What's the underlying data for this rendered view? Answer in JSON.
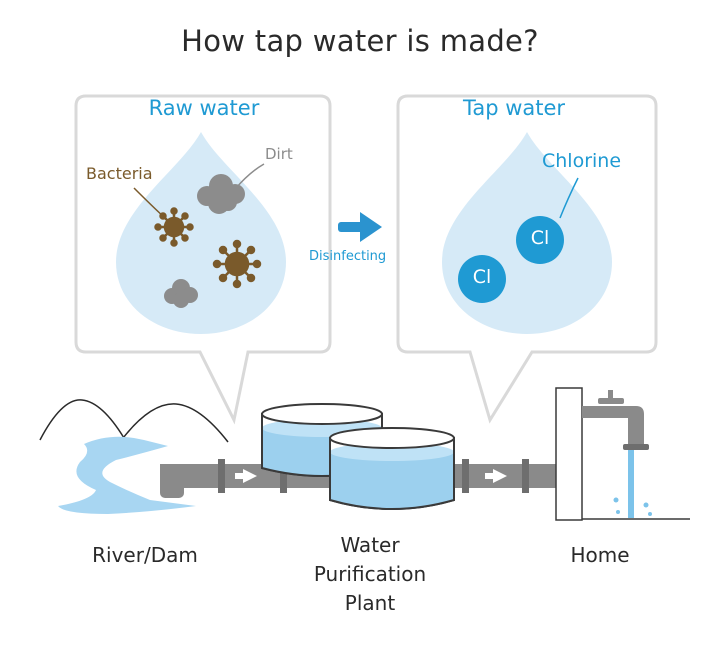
{
  "title": "How tap water is made?",
  "raw_panel": {
    "title": "Raw water",
    "dirt_label": "Dirt",
    "bacteria_label": "Bacteria"
  },
  "tap_panel": {
    "title": "Tap water",
    "chlorine_label": "Chlorine",
    "cl_symbol_1": "Cl",
    "cl_symbol_2": "Cl"
  },
  "process_label": "Disinfecting",
  "captions": {
    "source": "River/Dam",
    "plant_line1": "Water",
    "plant_line2": "Purification",
    "plant_line3": "Plant",
    "home": "Home"
  },
  "colors": {
    "accent": "#1f9ad3",
    "drop": "#d6eaf7",
    "water": "#9cd0ee",
    "pipe": "#8a8a8a",
    "bacteria": "#7a5a2b",
    "dirt": "#8c8c8c"
  }
}
